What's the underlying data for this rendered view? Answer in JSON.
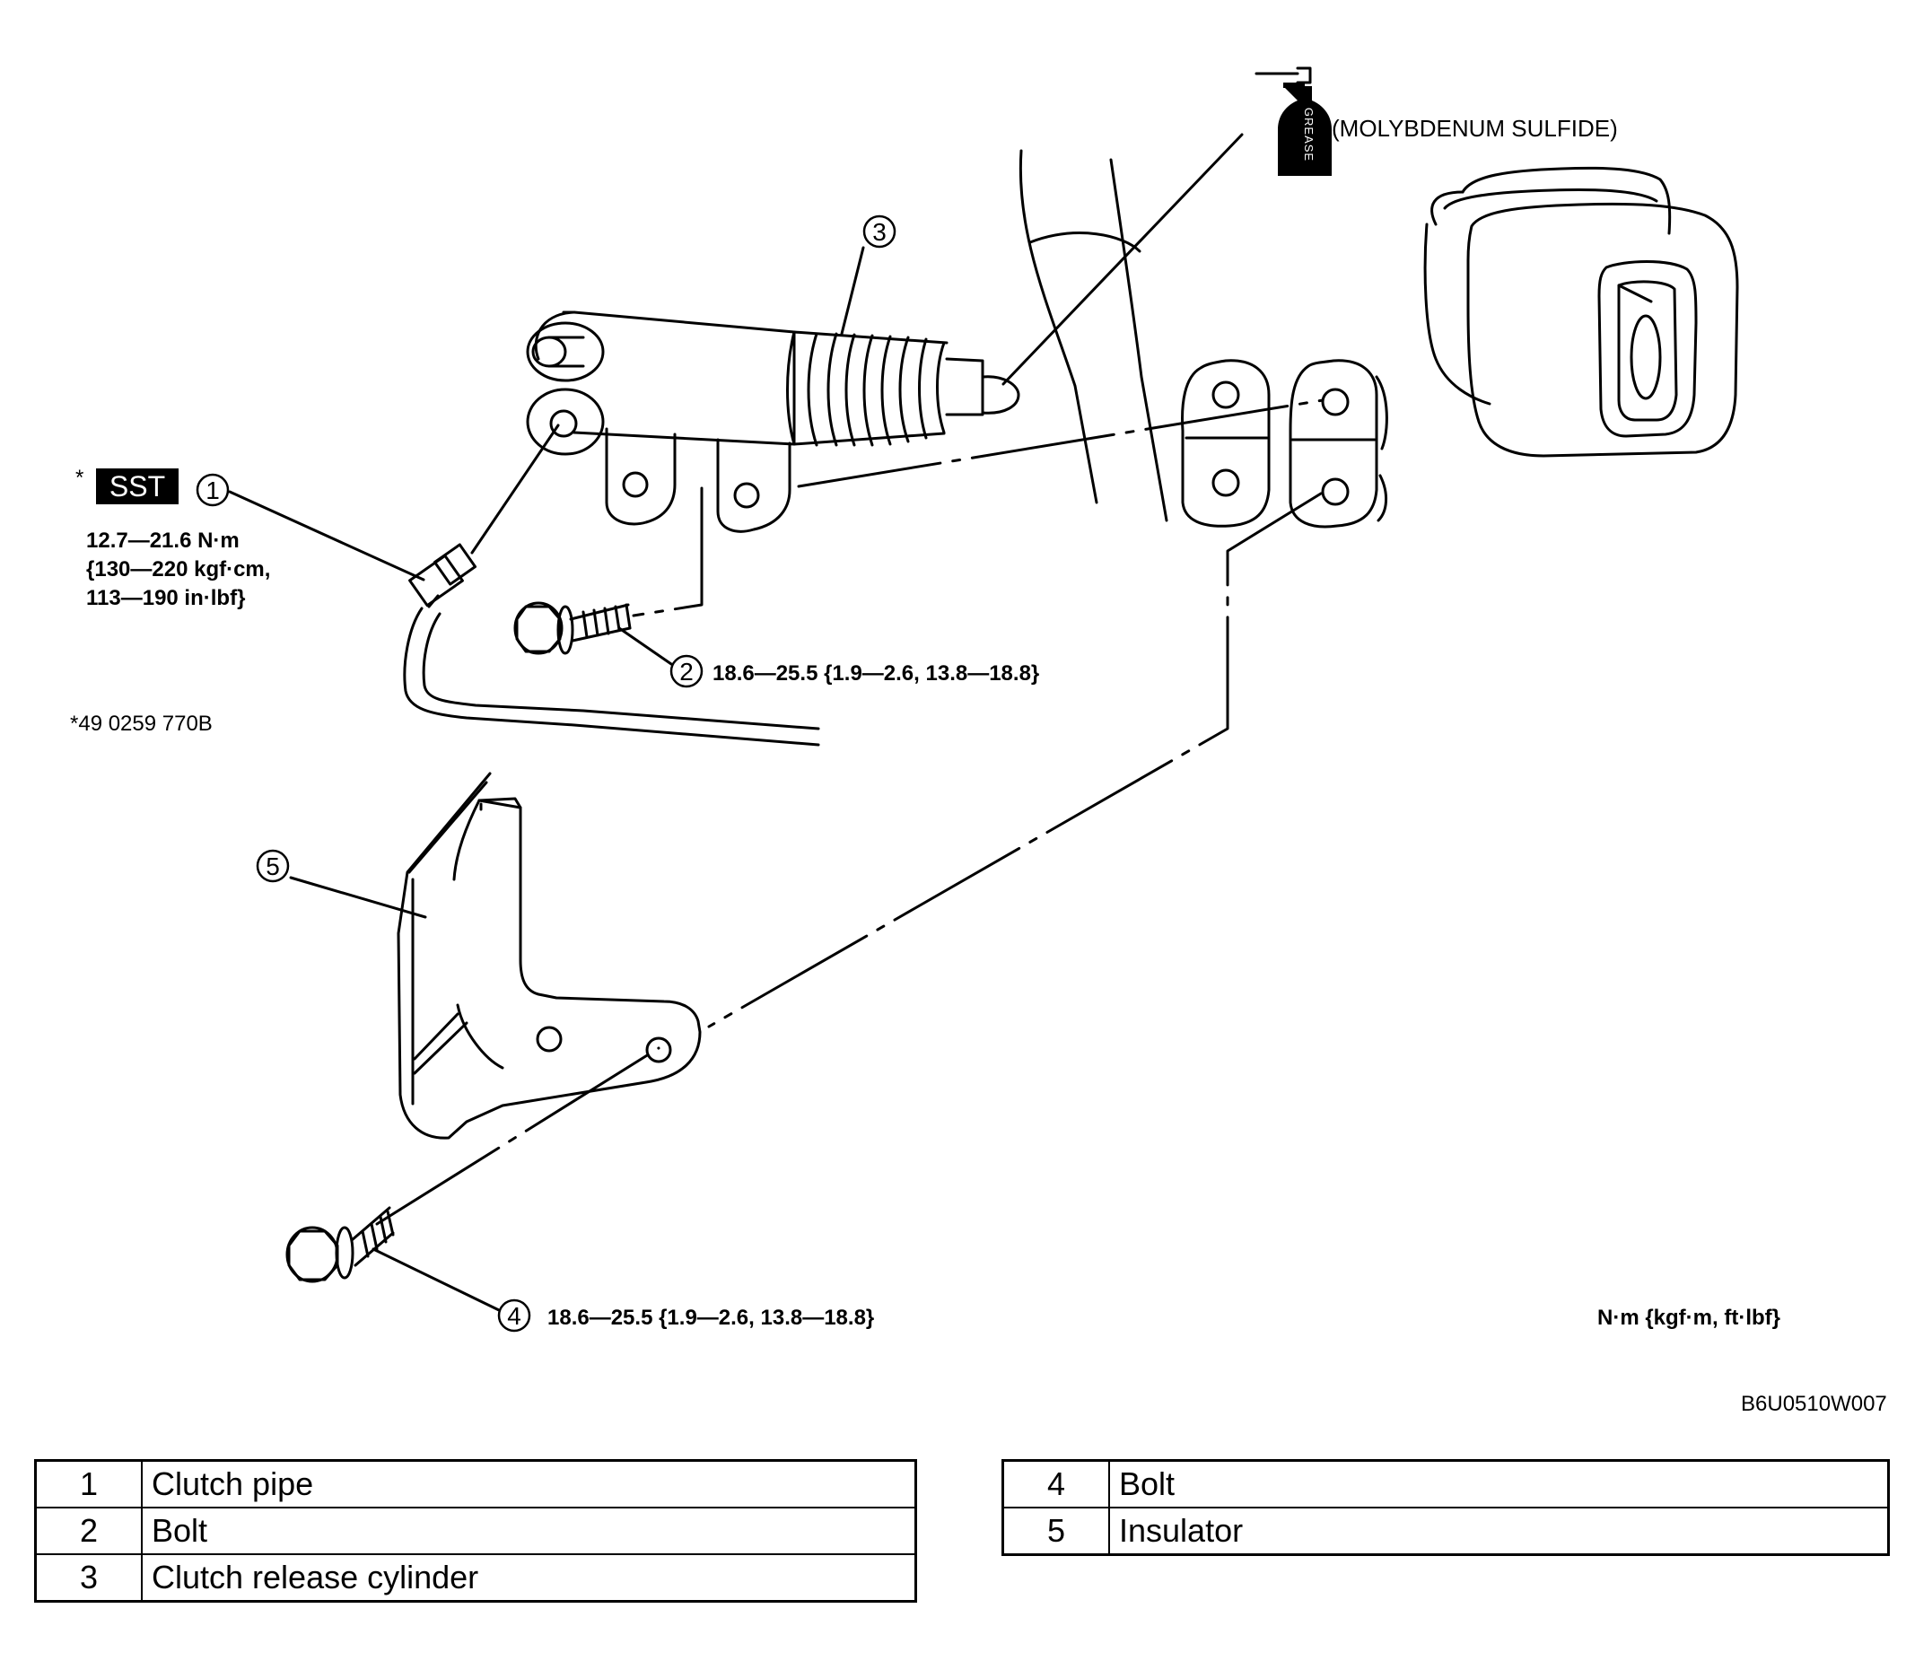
{
  "callouts": {
    "c1": "1",
    "c2": "2",
    "c3": "3",
    "c4": "4",
    "c5": "5"
  },
  "labels": {
    "sst_marker": "*",
    "sst": "SST",
    "grease_can": "GREASE",
    "grease_note": "(MOLYBDENUM SULFIDE)",
    "sst_part_number": "*49 0259 770B",
    "torque_1_line1": "12.7—21.6 N·m",
    "torque_1_line2": "{130—220 kgf·cm,",
    "torque_1_line3": "113—190 in·lbf}",
    "torque_2": "18.6—25.5 {1.9—2.6, 13.8—18.8}",
    "torque_4": "18.6—25.5 {1.9—2.6, 13.8—18.8}",
    "units_note": "N·m {kgf·m, ft·lbf}",
    "figure_id": "B6U0510W007"
  },
  "parts_table_left": [
    {
      "num": "1",
      "name": "Clutch pipe"
    },
    {
      "num": "2",
      "name": "Bolt"
    },
    {
      "num": "3",
      "name": "Clutch release cylinder"
    }
  ],
  "parts_table_right": [
    {
      "num": "4",
      "name": "Bolt"
    },
    {
      "num": "5",
      "name": "Insulator"
    }
  ]
}
